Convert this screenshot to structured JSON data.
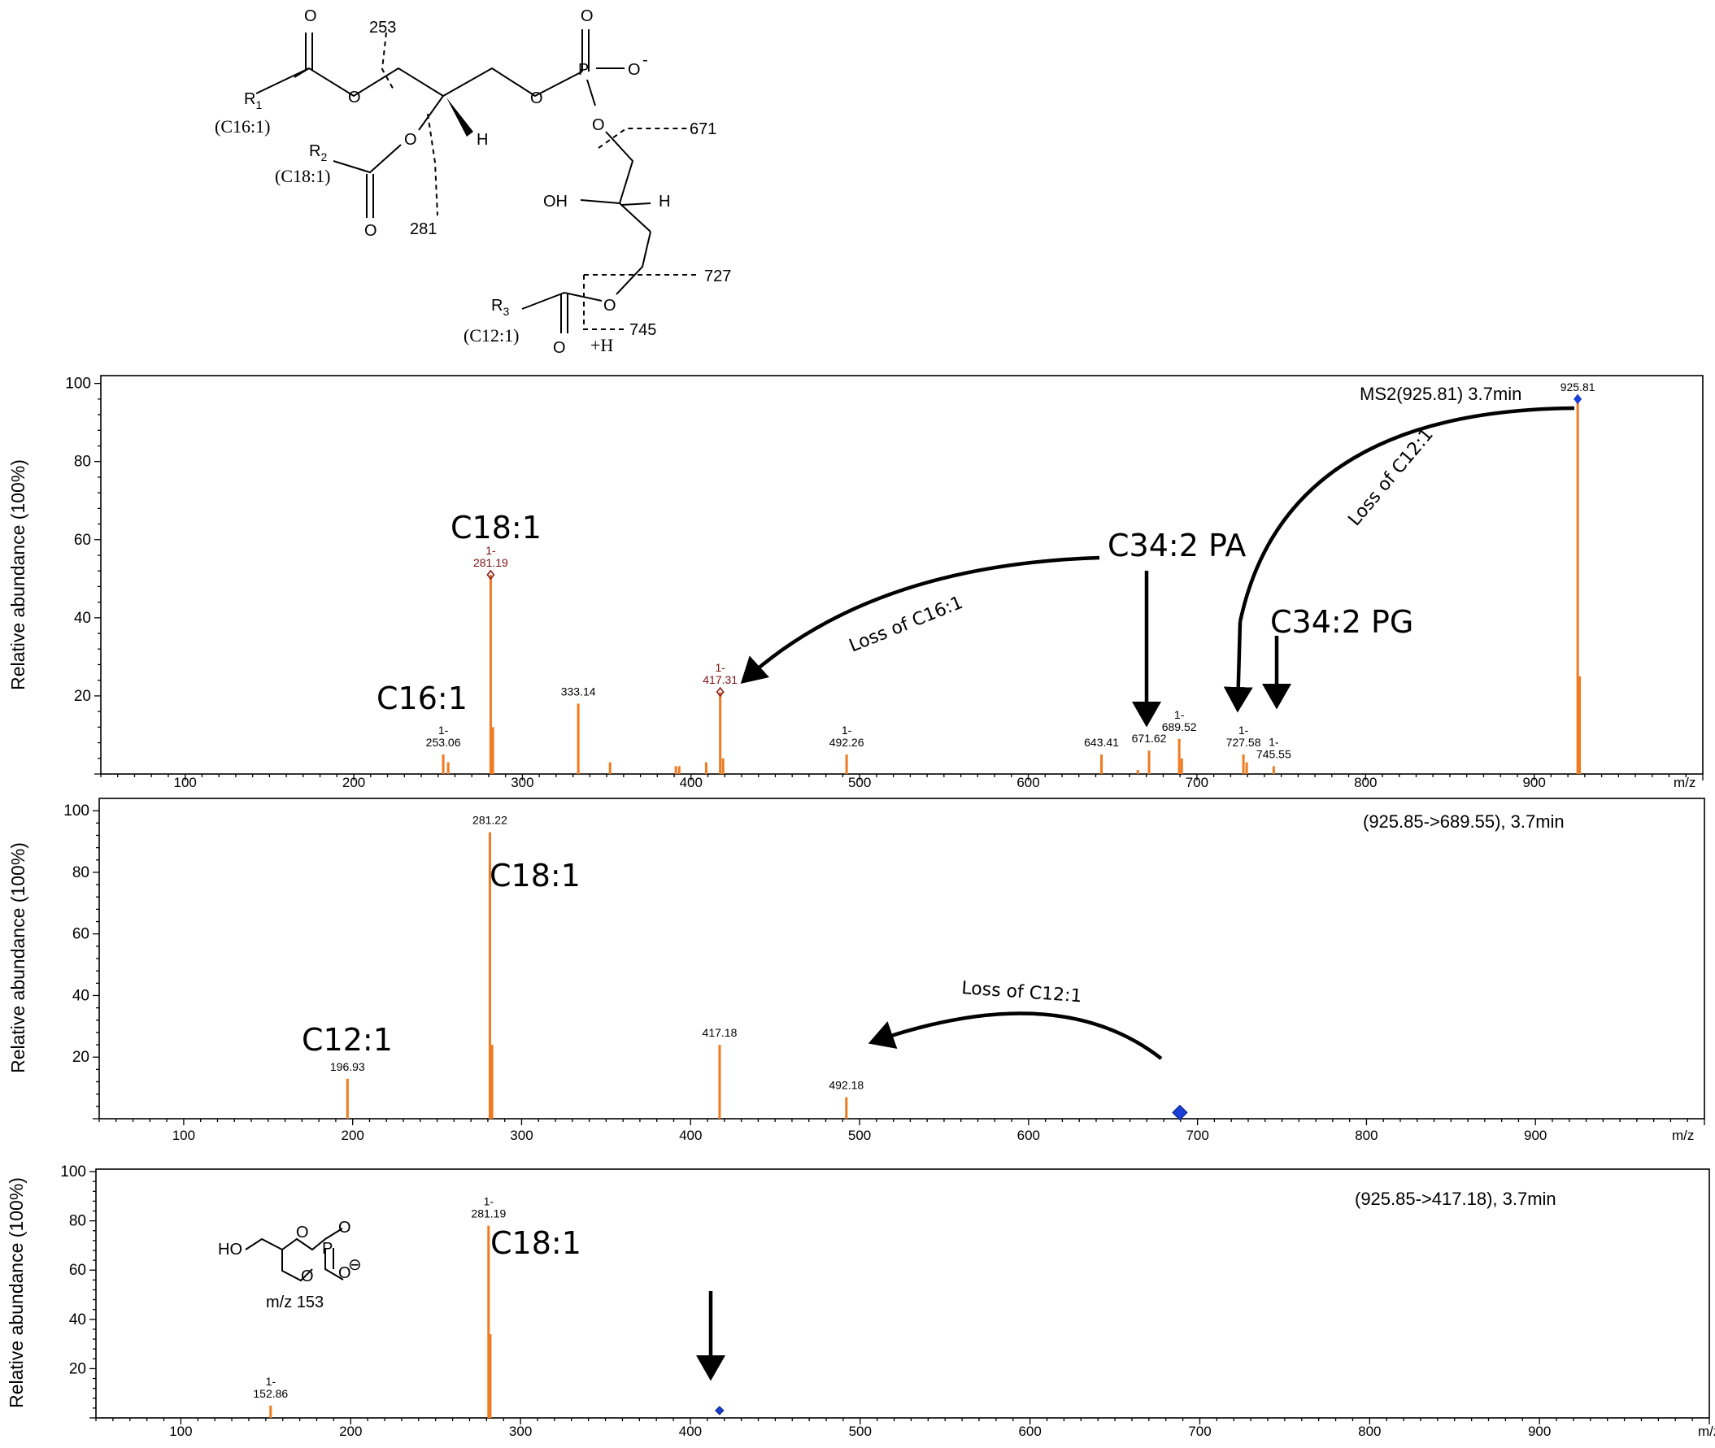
{
  "structure": {
    "labels": {
      "o1": "O",
      "o2": "O",
      "o3": "O",
      "o4": "O",
      "o5": "O",
      "o6": "O",
      "o7": "O",
      "o8": "O",
      "o9": "O",
      "p": "P",
      "ominus": "O",
      "minus": "-",
      "r1": "R",
      "r1sub": "1",
      "r2": "R",
      "r2sub": "2",
      "r3": "R",
      "r3sub": "3",
      "c161": "(C16:1)",
      "c181": "(C18:1)",
      "c121": "(C12:1)",
      "h1": "H",
      "h2": "H",
      "oh": "OH",
      "plush": "+H",
      "f253": "253",
      "f281": "281",
      "f671": "671",
      "f727": "727",
      "f745": "745"
    }
  },
  "inset": {
    "ho": "HO",
    "o_a": "O",
    "o_b": "O",
    "p": "P",
    "o_c": "O",
    "o_d": "O",
    "minus": "⊖",
    "caption": "m/z 153"
  },
  "colors": {
    "peak": "#f07a1f",
    "marker_blue": "#1a3fd6",
    "marker_red": "#8b1a1a",
    "axis": "#000000"
  },
  "chart_data": [
    {
      "type": "bar",
      "title": "MS2(925.81) 3.7min",
      "xlabel": "m/z",
      "ylabel": "Relative abundance (100%)",
      "xlim": [
        50,
        1000
      ],
      "ylim": [
        0,
        102
      ],
      "xticks": [
        100,
        200,
        300,
        400,
        500,
        600,
        700,
        800,
        900
      ],
      "yticks": [
        20,
        40,
        60,
        80,
        100
      ],
      "x": [
        253.06,
        256,
        281.19,
        282.5,
        333.14,
        352,
        391,
        393,
        409,
        417.31,
        419,
        492.26,
        643.41,
        665,
        671.62,
        689.52,
        691,
        727.58,
        729.5,
        745.55,
        925.81,
        927
      ],
      "y": [
        5,
        3,
        51,
        12,
        18,
        3,
        2,
        2,
        3,
        21,
        4,
        5,
        5,
        1,
        6,
        9,
        4,
        5,
        3,
        2,
        96,
        25
      ],
      "peak_labels": [
        {
          "x": 253.06,
          "y": 5,
          "text": "253.06",
          "prefix": "1-"
        },
        {
          "x": 281.19,
          "y": 51,
          "text": "281.19",
          "prefix": "1-",
          "marker": "red"
        },
        {
          "x": 333.14,
          "y": 18,
          "text": "333.14"
        },
        {
          "x": 417.31,
          "y": 21,
          "text": "417.31",
          "prefix": "1-",
          "marker": "red"
        },
        {
          "x": 492.26,
          "y": 5,
          "text": "492.26",
          "prefix": "1-"
        },
        {
          "x": 643.41,
          "y": 5,
          "text": "643.41"
        },
        {
          "x": 671.62,
          "y": 6,
          "text": "671.62"
        },
        {
          "x": 689.52,
          "y": 9,
          "text": "689.52",
          "prefix": "1-"
        },
        {
          "x": 727.58,
          "y": 5,
          "text": "727.58",
          "prefix": "1-"
        },
        {
          "x": 745.55,
          "y": 2,
          "text": "745.55",
          "prefix": "1-"
        },
        {
          "x": 925.81,
          "y": 96,
          "text": "925.81",
          "marker": "blue"
        }
      ],
      "annotations": {
        "c181": "C18:1",
        "c161": "C16:1",
        "pa": "C34:2 PA",
        "pg": "C34:2 PG",
        "loss161": "Loss of C16:1",
        "loss121": "Loss of C12:1"
      }
    },
    {
      "type": "bar",
      "title": "(925.85->689.55), 3.7min",
      "xlabel": "m/z",
      "ylabel": "Relative abundance (100%)",
      "xlim": [
        50,
        1000
      ],
      "ylim": [
        0,
        104
      ],
      "xticks": [
        100,
        200,
        300,
        400,
        500,
        600,
        700,
        800,
        900
      ],
      "yticks": [
        20,
        40,
        60,
        80,
        100
      ],
      "x": [
        196.93,
        281.22,
        282.5,
        417.18,
        492.18
      ],
      "y": [
        13,
        93,
        24,
        24,
        7
      ],
      "peak_labels": [
        {
          "x": 196.93,
          "y": 13,
          "text": "196.93"
        },
        {
          "x": 281.22,
          "y": 93,
          "text": "281.22"
        },
        {
          "x": 417.18,
          "y": 24,
          "text": "417.18"
        },
        {
          "x": 492.18,
          "y": 7,
          "text": "492.18"
        }
      ],
      "precursor_marker": {
        "x": 689.55,
        "y": 2
      },
      "annotations": {
        "c181": "C18:1",
        "c121": "C12:1",
        "loss121": "Loss of C12:1"
      }
    },
    {
      "type": "bar",
      "title": "(925.85->417.18), 3.7min",
      "xlabel": "m/z",
      "ylabel": "Relative abundance (100%)",
      "xlim": [
        50,
        1000
      ],
      "ylim": [
        0,
        101
      ],
      "xticks": [
        100,
        200,
        300,
        400,
        500,
        600,
        700,
        800,
        900
      ],
      "yticks": [
        20,
        40,
        60,
        80,
        100
      ],
      "x": [
        152.86,
        281.19,
        282.2
      ],
      "y": [
        5,
        78,
        34
      ],
      "peak_labels": [
        {
          "x": 152.86,
          "y": 5,
          "text": "152.86",
          "prefix": "1-"
        },
        {
          "x": 281.19,
          "y": 78,
          "text": "281.19",
          "prefix": "1-"
        }
      ],
      "precursor_marker": {
        "x": 417.18,
        "y": 3
      },
      "annotations": {
        "c181": "C18:1"
      }
    }
  ]
}
